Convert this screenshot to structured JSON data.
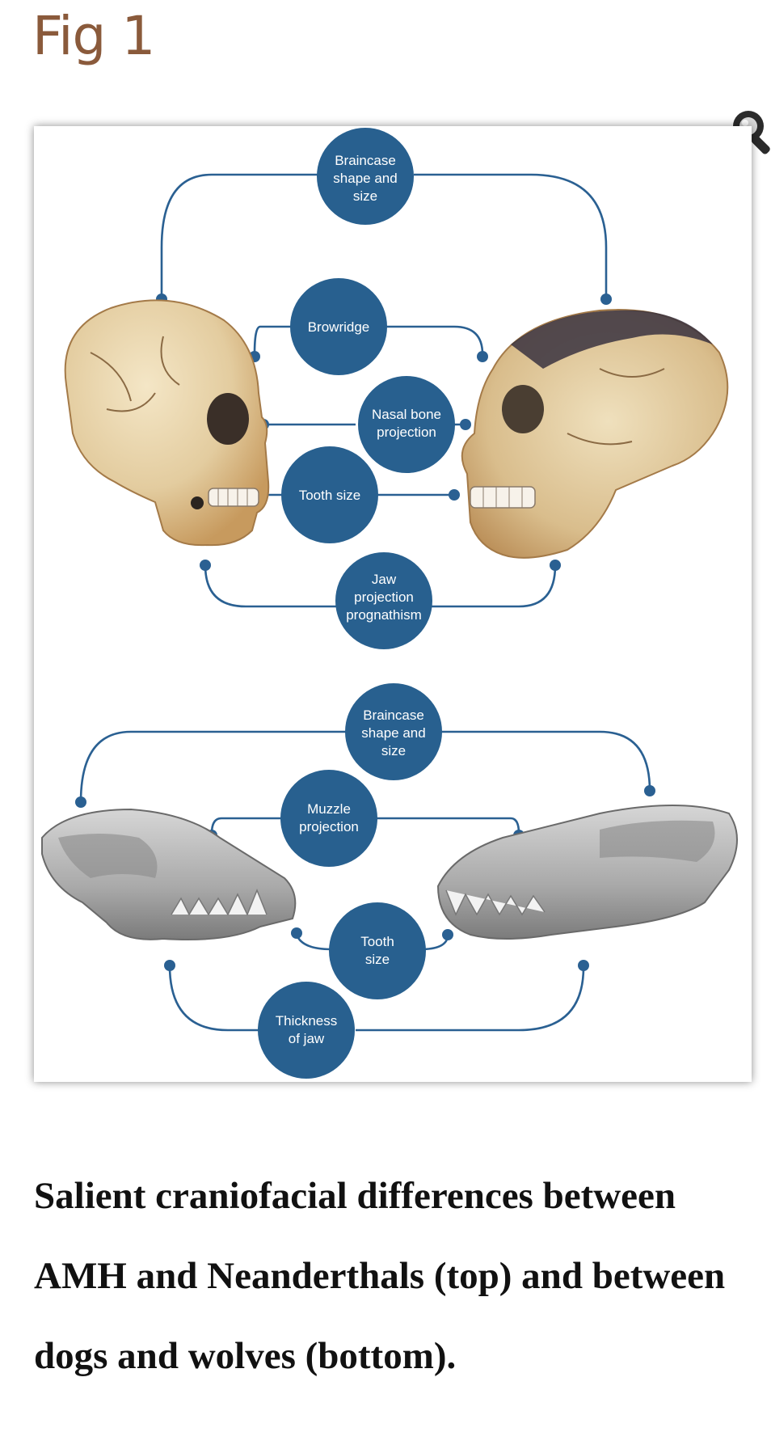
{
  "page": {
    "fig_label": "Fig 1",
    "zoom_icon": "magnifier-icon"
  },
  "figure": {
    "top_panel": {
      "nodes": {
        "braincase": [
          "Braincase",
          "shape and",
          "size"
        ],
        "browridge": [
          "Browridge"
        ],
        "nasal": [
          "Nasal bone",
          "projection"
        ],
        "tooth": [
          "Tooth size"
        ],
        "jaw": [
          "Jaw",
          "projection",
          "prognathism"
        ]
      }
    },
    "bottom_panel": {
      "nodes": {
        "braincase": [
          "Braincase",
          "shape and",
          "size"
        ],
        "muzzle": [
          "Muzzle",
          "projection"
        ],
        "tooth": [
          "Tooth",
          "size"
        ],
        "jaw": [
          "Thickness",
          "of jaw"
        ]
      }
    },
    "colors": {
      "bubble": "#28608f",
      "skull_human": "#e3cc9f",
      "skull_neanderthal_dark": "#3a3340",
      "skull_canid": "#a9a9a9"
    }
  },
  "caption": "Salient craniofacial differences between AMH and Neanderthals (top) and between dogs and wolves (bottom)."
}
